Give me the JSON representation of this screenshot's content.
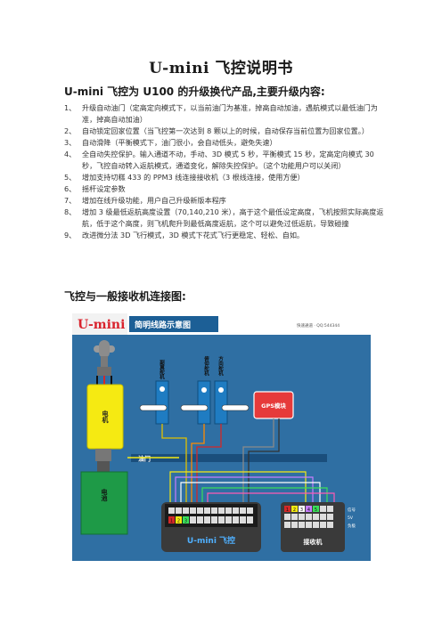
{
  "doc": {
    "title": "U-mini 飞控说明书",
    "subtitle": "U-mini 飞控为 U100 的升级换代产品,主要升级内容:",
    "items": [
      {
        "num": "1、",
        "text": "升级自动油门（定高定向模式下，以当前油门为基准，掉高自动加油，遇航模式以最低油门为准，掉高自动加油）"
      },
      {
        "num": "2、",
        "text": "自动锁定回家位置（当飞控第一次达到 8 颗以上的时候，自动保存当前位置为回家位置。）"
      },
      {
        "num": "3、",
        "text": "自动滑降（平衡模式下，油门很小，会自动低头，避免失速）"
      },
      {
        "num": "4、",
        "text": "全自动失控保护。输入通道不动，手动、3D 模式 5 秒，平衡模式 15 秒，定高定向模式 30 秒，飞控自动转入返航模式，通道变化，解除失控保护。（这个功能用户可以关闭）"
      },
      {
        "num": "5、",
        "text": "增加支持切糕 433 的 PPM3 线连接接收机（3 根线连接，使用方便）"
      },
      {
        "num": "6、",
        "text": "摇杆设定参数"
      },
      {
        "num": "7、",
        "text": "增加在线升级功能，用户自己升级新版本程序"
      },
      {
        "num": "8、",
        "text": "增加 3 级最低返航高度设置（70,140,210 米），高于这个最低设定高度，飞机按照实际高度返航，低于这个高度，则飞机爬升到最低高度返航，这个可以避免过低返航，导致碰撞"
      },
      {
        "num": "9、",
        "text": "改进微分法 3D 飞行模式，3D 模式下花式飞行更稳定、轻松、自如。"
      }
    ],
    "section_title": "飞控与一般接收机连接图:"
  },
  "diagram": {
    "brand": "U-mini",
    "header_title": "简明线路示意图",
    "header_note": "快速通道 · QQ:544344",
    "motor_label": "电机",
    "battery_label": "电池",
    "throttle_label": "油门",
    "aileron_label": "副翼舵机",
    "elevator_label": "俯仰舵机",
    "rudder_label": "方向舵机",
    "gps_label": "GPS模块",
    "fc_label": "U-mini 飞控",
    "receiver_label": "接收机",
    "fc_channels": [
      "1",
      "2",
      "3"
    ],
    "rx_channels": [
      "1",
      "2",
      "3",
      "4",
      "5"
    ],
    "rx_signal": "信号",
    "rx_5v": "5V",
    "rx_gnd": "负极",
    "colors": {
      "background": "#2f6fa3",
      "header": "#ffffff",
      "brand_red": "#d9232d",
      "motor_yellow": "#f5ea12",
      "battery_green": "#1e9a47",
      "servo_blue": "#1f7cc2",
      "gps_red": "#e63a3a",
      "device_dark": "#3a3a3a"
    }
  }
}
